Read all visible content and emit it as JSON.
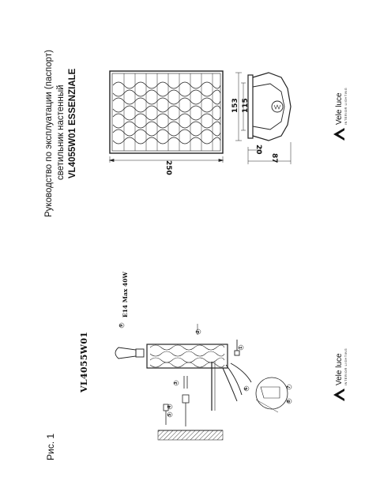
{
  "header": {
    "line1": "Руководство по эксплуатации (паспорт)",
    "line2": "светильник настенный",
    "line3": "VL4055W01 ESSENZIALE"
  },
  "figure": {
    "label": "Рис. 1",
    "model": "VL4055W01",
    "bulb_spec": "E14 Max 40W"
  },
  "logo": {
    "name": "Vele luce",
    "tagline": "INTERIOR LIGHTING"
  },
  "dimensions": {
    "width": "250",
    "height": "153",
    "inner": "115",
    "depth": "87",
    "offset": "20"
  },
  "callouts": [
    "1",
    "2",
    "3",
    "4",
    "5",
    "6",
    "7",
    "8",
    "9"
  ]
}
